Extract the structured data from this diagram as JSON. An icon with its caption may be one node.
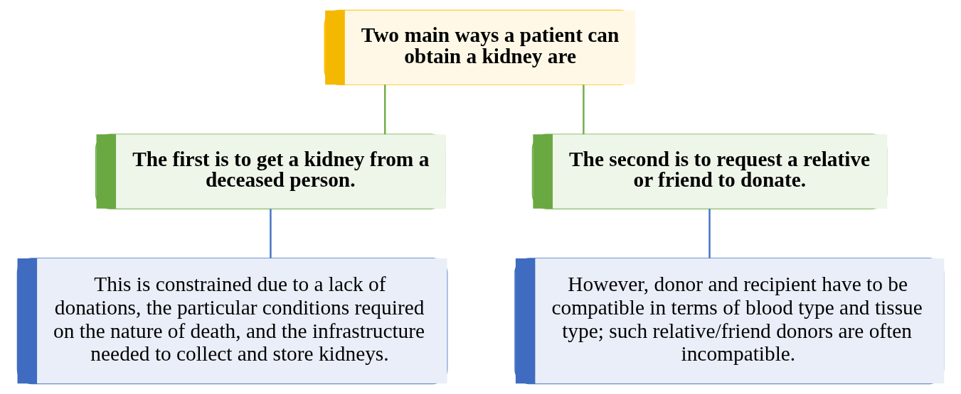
{
  "diagram": {
    "nodes": [
      {
        "text": [
          "Two main ways a patient can obtain a kidney are"
        ]
      },
      {
        "text": [
          "The first is to get a kidney from a deceased person."
        ]
      },
      {
        "text": [
          "The second is to request a relative or friend to donate."
        ]
      },
      {
        "text": [
          "This is constrained due to a lack of donations, the particular conditions required on the nature of death, and the infrastructure needed to collect and store kidneys."
        ]
      },
      {
        "text": [
          "However, donor and recipient have to be compatible in terms of blood type and tissue type; such relative/friend donors are often incompatible."
        ]
      }
    ],
    "edges": [
      {
        "from": 0,
        "to": 1,
        "arrow": "none",
        "color": "#70ad47"
      },
      {
        "from": 0,
        "to": 2,
        "arrow": "none",
        "color": "#70ad47"
      },
      {
        "from": 1,
        "to": 3,
        "arrow": "none",
        "color": "#4472c4"
      },
      {
        "from": 2,
        "to": 4,
        "arrow": "none",
        "color": "#4472c4"
      }
    ]
  }
}
